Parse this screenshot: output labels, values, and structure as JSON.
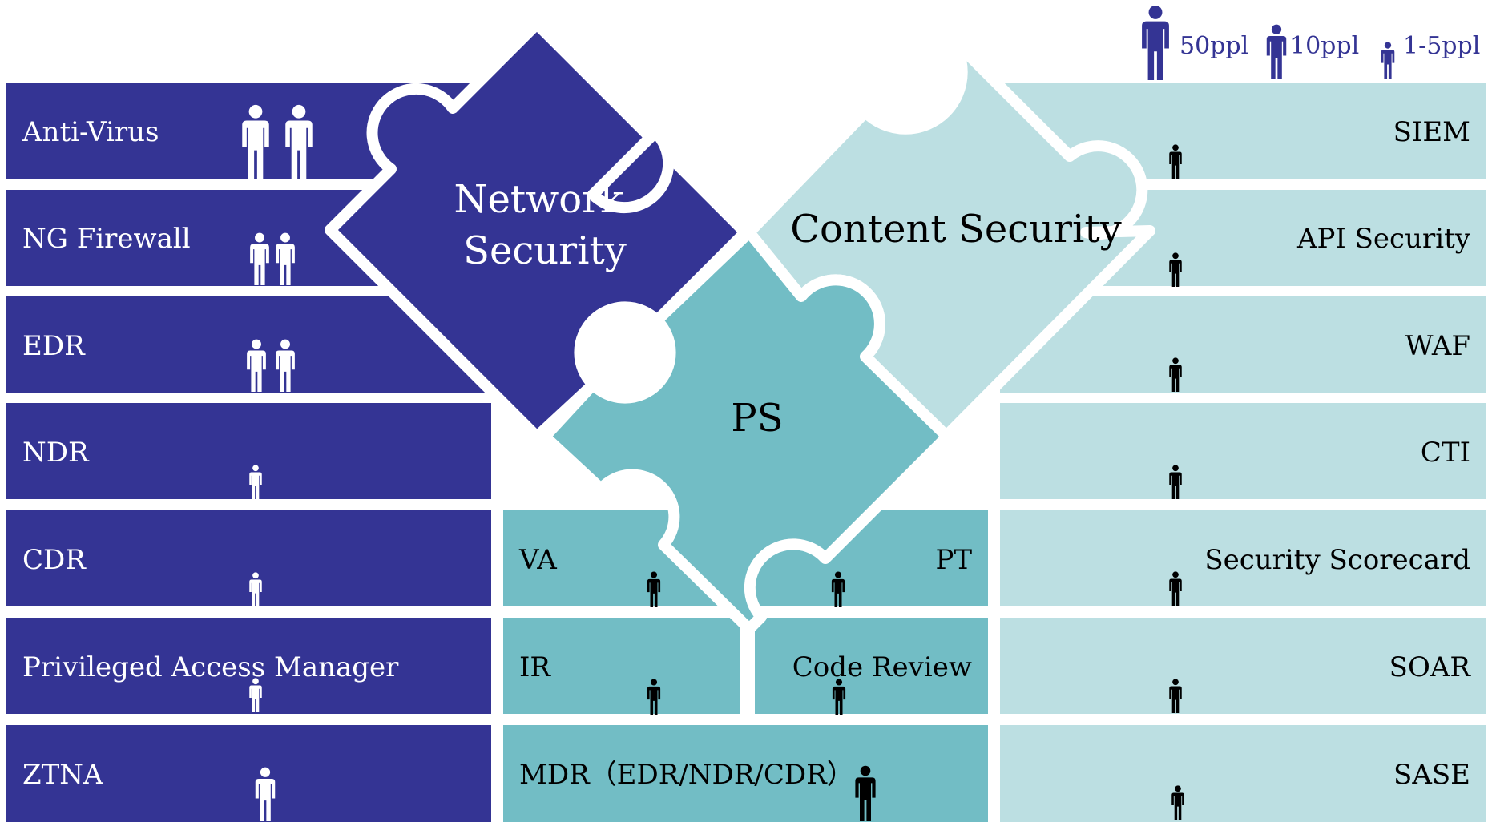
{
  "colors": {
    "network": "#343494",
    "ps": "#72bdc5",
    "content": "#bcdfe2",
    "white": "#ffffff",
    "black": "#000000",
    "legend_text": "#343494"
  },
  "legend": [
    {
      "label": "50ppl",
      "icon": "person-icon"
    },
    {
      "label": "10ppl",
      "icon": "person-icon"
    },
    {
      "label": "1-5ppl",
      "icon": "person-icon"
    }
  ],
  "puzzle": {
    "network": "Network Security",
    "content": "Content Security",
    "ps": "PS"
  },
  "network_tiles": [
    {
      "label": "Anti-Virus",
      "staff": "2 x 50ppl"
    },
    {
      "label": "NG Firewall",
      "staff": "2 x 10ppl"
    },
    {
      "label": "EDR",
      "staff": "2 x 10ppl"
    },
    {
      "label": "NDR",
      "staff": "1-5ppl"
    },
    {
      "label": "CDR",
      "staff": "1-5ppl"
    },
    {
      "label": "Privileged Access Manager",
      "staff": "1-5ppl"
    },
    {
      "label": "ZTNA",
      "staff": "10ppl"
    }
  ],
  "ps_tiles": [
    {
      "label": "VA",
      "staff": "1-5ppl"
    },
    {
      "label": "PT",
      "staff": "1-5ppl"
    },
    {
      "label": "IR",
      "staff": "1-5ppl"
    },
    {
      "label": "Code Review",
      "staff": "1-5ppl"
    },
    {
      "label": "MDR（EDR/NDR/CDR）",
      "staff": "10ppl"
    }
  ],
  "content_tiles": [
    {
      "label": "SIEM",
      "staff": "1-5ppl"
    },
    {
      "label": "API Security",
      "staff": "1-5ppl"
    },
    {
      "label": "WAF",
      "staff": "1-5ppl"
    },
    {
      "label": "CTI",
      "staff": "1-5ppl"
    },
    {
      "label": "Security Scorecard",
      "staff": "1-5ppl"
    },
    {
      "label": "SOAR",
      "staff": "1-5ppl"
    },
    {
      "label": "SASE",
      "staff": "1-5ppl"
    }
  ]
}
